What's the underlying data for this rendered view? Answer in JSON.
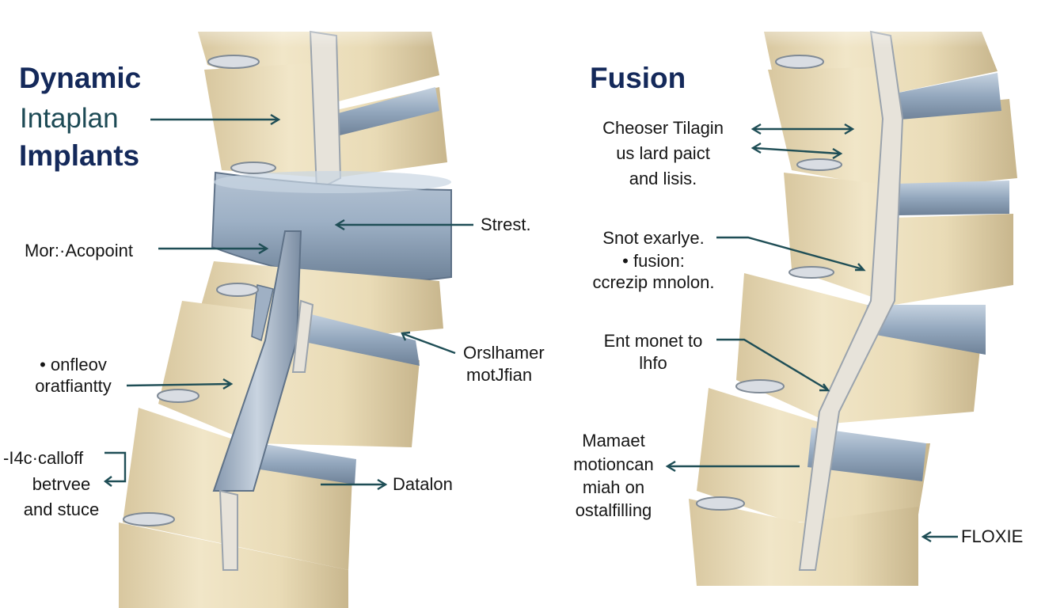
{
  "titles": {
    "left_line1": "Dynamic",
    "left_line2": "Intaplan",
    "left_line3": "Implants",
    "right": "Fusion"
  },
  "left_labels": {
    "strest": "Strest.",
    "mor": "Mor:·Acopoint",
    "onfleov_1": "• onfleov",
    "onfleov_2": "oratfiantty",
    "orslhamer_1": "Orslhamer",
    "orslhamer_2": "motJfian",
    "calloff_1": "-I4c·calloff",
    "calloff_2": "betrvee",
    "calloff_3": "and stuce",
    "datalon": "Datalon"
  },
  "right_labels": {
    "cheoser_1": "Cheoser Tilagin",
    "cheoser_2": "us lard paict",
    "cheoser_3": "and lisis.",
    "snot_1": "Snot exarlye.",
    "snot_2": "• fusion:",
    "snot_3": "ccrezip mnolon.",
    "ent_1": "Ent monet to",
    "ent_2": "lhfo",
    "mamaet_1": "Mamaet",
    "mamaet_2": "motioncan",
    "mamaet_3": "miah on",
    "mamaet_4": "ostalfilling",
    "floxie": "FLOXIE"
  },
  "colors": {
    "bone": "#ecdfbd",
    "bone_shade": "#c9b88f",
    "disc": "#8ea1b8",
    "disc_light": "#b8c6d6",
    "implant": "#93a6bd",
    "title": "#14295a",
    "arrow": "#1f4e56"
  }
}
